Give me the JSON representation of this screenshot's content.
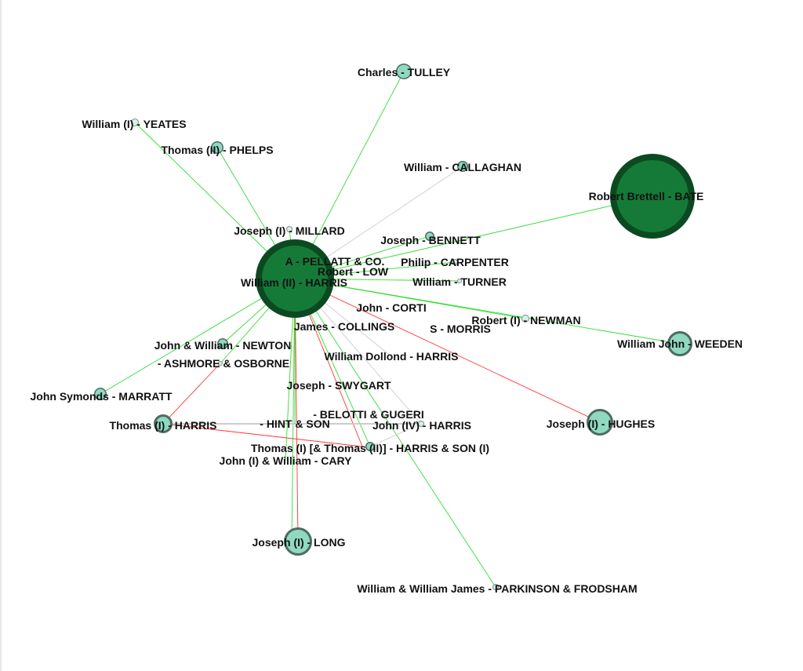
{
  "colors": {
    "hub_fill": "#157a38",
    "hub_border": "#0b4a20",
    "leaf_fill": "#8fd9c0",
    "leaf_border": "#4e6b62",
    "small_fill": "#d8efea",
    "edge_green": "#33dd33",
    "edge_red": "#ff3333",
    "edge_gray": "#cccccc"
  },
  "nodes": [
    {
      "id": "harris2",
      "label": "William (II) - HARRIS"
    },
    {
      "id": "pellatt",
      "label": "A - PELLATT & CO."
    },
    {
      "id": "low",
      "label": "Robert - LOW"
    },
    {
      "id": "bate",
      "label": "Robert Brettell - BATE"
    },
    {
      "id": "tulley",
      "label": "Charles - TULLEY"
    },
    {
      "id": "yeates",
      "label": "William (I) - YEATES"
    },
    {
      "id": "phelps",
      "label": "Thomas (II) - PHELPS"
    },
    {
      "id": "millard",
      "label": "Joseph (I) - MILLARD"
    },
    {
      "id": "callaghan",
      "label": "William - CALLAGHAN"
    },
    {
      "id": "bennett",
      "label": "Joseph - BENNETT"
    },
    {
      "id": "carpenter",
      "label": "Philip - CARPENTER"
    },
    {
      "id": "turner",
      "label": "William - TURNER"
    },
    {
      "id": "corti",
      "label": "John - CORTI"
    },
    {
      "id": "newman",
      "label": "Robert (I) - NEWMAN"
    },
    {
      "id": "morris",
      "label": "S - MORRIS"
    },
    {
      "id": "weeden",
      "label": "William John - WEEDEN"
    },
    {
      "id": "collings",
      "label": "James - COLLINGS"
    },
    {
      "id": "newton",
      "label": "John & William - NEWTON"
    },
    {
      "id": "ashmore",
      "label": "- ASHMORE & OSBORNE"
    },
    {
      "id": "dollond",
      "label": "William Dollond - HARRIS"
    },
    {
      "id": "marratt",
      "label": "John Symonds - MARRATT"
    },
    {
      "id": "swygart",
      "label": "Joseph - SWYGART"
    },
    {
      "id": "hughes",
      "label": "Joseph (I) - HUGHES"
    },
    {
      "id": "belotti",
      "label": "- BELOTTI & GUGERI"
    },
    {
      "id": "thomasharris",
      "label": "Thomas (I) - HARRIS"
    },
    {
      "id": "hint",
      "label": "- HINT & SON"
    },
    {
      "id": "john4",
      "label": "John (IV) - HARRIS"
    },
    {
      "id": "harrisson",
      "label": "Thomas (I) [& Thomas (II)] - HARRIS & SON (I)"
    },
    {
      "id": "cary",
      "label": "John (I) & William - CARY"
    },
    {
      "id": "long",
      "label": "Joseph (I) - LONG"
    },
    {
      "id": "parkinson",
      "label": "William & William James - PARKINSON & FRODSHAM"
    }
  ],
  "edges": [
    [
      "harris2",
      "tulley",
      "green"
    ],
    [
      "harris2",
      "yeates",
      "green"
    ],
    [
      "harris2",
      "phelps",
      "green"
    ],
    [
      "harris2",
      "millard",
      "green"
    ],
    [
      "harris2",
      "callaghan",
      "gray"
    ],
    [
      "harris2",
      "bate",
      "green"
    ],
    [
      "harris2",
      "bennett",
      "green"
    ],
    [
      "harris2",
      "carpenter",
      "green"
    ],
    [
      "harris2",
      "turner",
      "green"
    ],
    [
      "harris2",
      "newman",
      "green"
    ],
    [
      "harris2",
      "weeden",
      "green"
    ],
    [
      "harris2",
      "hughes",
      "red"
    ],
    [
      "harris2",
      "newton",
      "green"
    ],
    [
      "harris2",
      "ashmore",
      "green"
    ],
    [
      "harris2",
      "marratt",
      "green"
    ],
    [
      "harris2",
      "long",
      "red"
    ],
    [
      "harris2",
      "long",
      "green"
    ],
    [
      "harris2",
      "parkinson",
      "green"
    ],
    [
      "harris2",
      "john4",
      "gray"
    ],
    [
      "harris2",
      "harrisson",
      "green"
    ],
    [
      "harris2",
      "harrisson",
      "red"
    ],
    [
      "harris2",
      "dollond",
      "gray"
    ],
    [
      "ashmore",
      "thomasharris",
      "red"
    ],
    [
      "thomasharris",
      "harrisson",
      "red"
    ],
    [
      "thomasharris",
      "john4",
      "gray"
    ],
    [
      "john4",
      "harrisson",
      "gray"
    ],
    [
      "harris2",
      "cary",
      "green"
    ],
    [
      "harris2",
      "hint",
      "green"
    ]
  ]
}
